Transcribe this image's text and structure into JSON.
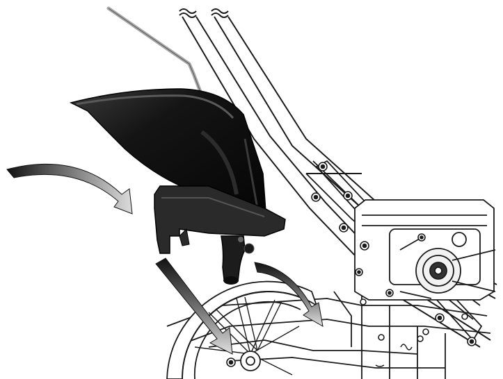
{
  "figure": {
    "type": "assembly-illustration",
    "subject": "hopper-attachment-onto-wheeled-frame",
    "colors": {
      "background": "#ffffff",
      "line_art": "#1a1a1a",
      "hopper_body": "#141414",
      "hopper_highlight": "#4a4a4a",
      "arrow_dark": "#111111",
      "arrow_light": "#d0d0d0"
    },
    "arrows": [
      {
        "id": "arrow-swing-in",
        "direction": "curved-right-down"
      },
      {
        "id": "arrow-drop-left",
        "direction": "down-right"
      },
      {
        "id": "arrow-drop-right",
        "direction": "curved-down-right"
      }
    ]
  }
}
